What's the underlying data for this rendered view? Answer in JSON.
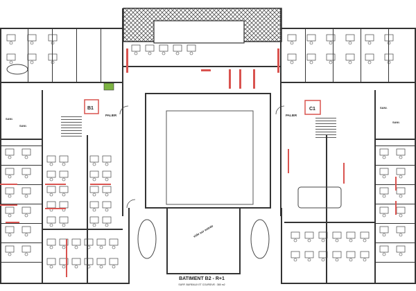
{
  "plan": {
    "title": "BATIMENT B2 - R+1",
    "subtitle": "SURF. BUREAUX ET COURSIVE : 380 m2",
    "stair_left": "B1",
    "stair_right": "C1",
    "landing_left": "PALIER",
    "landing_right": "PALIER",
    "void_label": "vide sur entrée",
    "sani_labels": [
      "SANI.",
      "SANI.",
      "SANI.",
      "SANI."
    ],
    "colors": {
      "wall": "#333333",
      "highlight": "#d9534f",
      "roof_hatch": "#555555",
      "stair_marker": "#7cb342"
    }
  }
}
